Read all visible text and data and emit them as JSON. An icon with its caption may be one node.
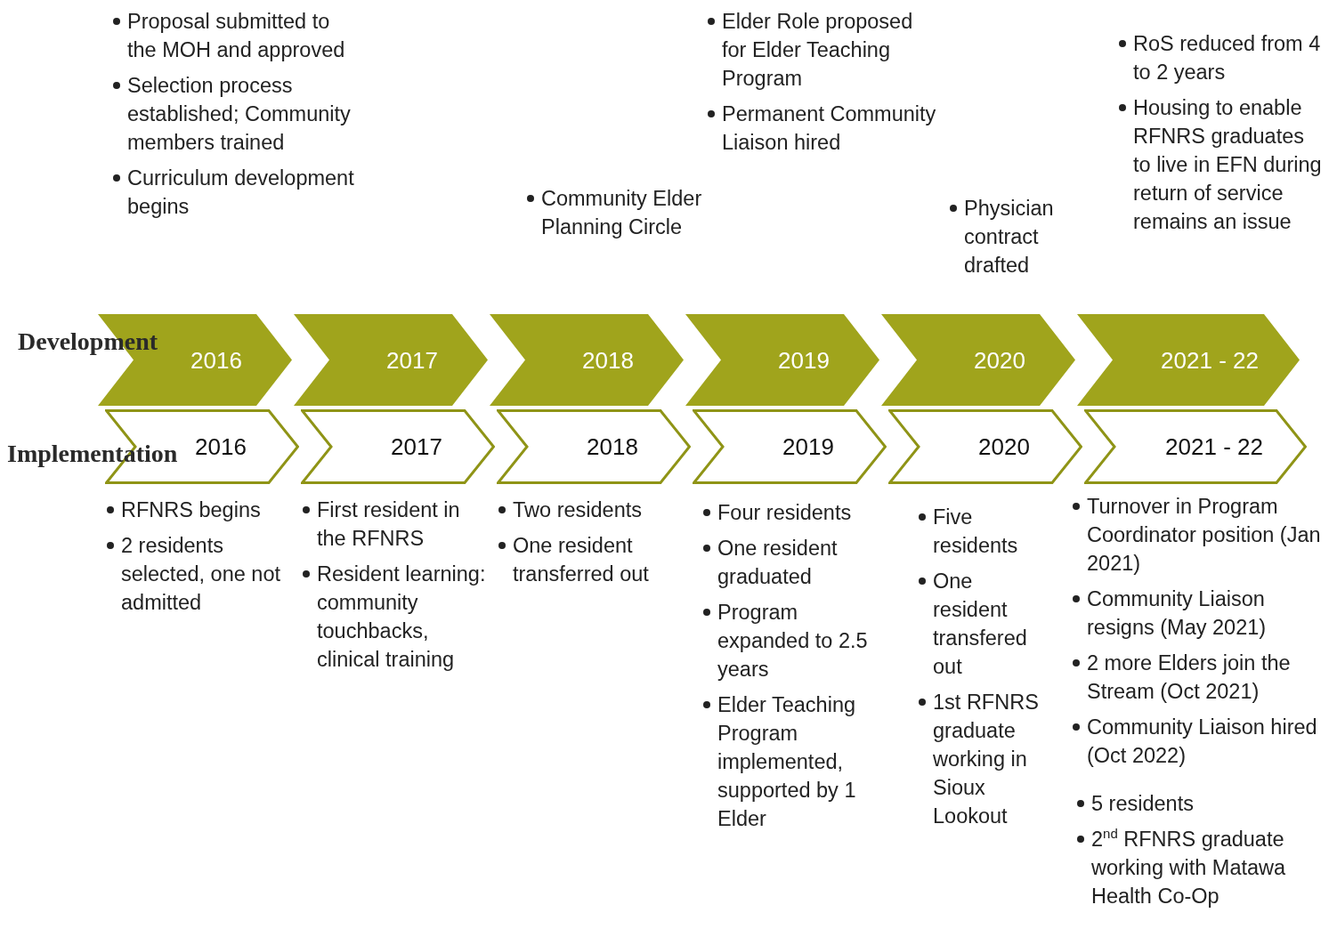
{
  "diagram": {
    "nodes": [
      {
        "text": [
          "2016"
        ],
        "beside": [
          "Proposal submitted to the MOH and approved",
          "Selection process established; Community members trained",
          "Curriculum development begins"
        ]
      },
      {
        "text": [
          "2017"
        ]
      },
      {
        "text": [
          "2018"
        ],
        "beside": [
          "Community Elder Planning Circle"
        ]
      },
      {
        "text": [
          "2019"
        ],
        "beside": [
          "Elder Role proposed for Elder Teaching Program",
          "Permanent Community Liaison hired"
        ]
      },
      {
        "text": [
          "2020"
        ],
        "beside": [
          "Physician contract drafted"
        ]
      },
      {
        "text": [
          "2021 - 22"
        ],
        "beside": [
          "RoS reduced from 4 to 2 years",
          "Housing to enable RFNRS graduates to live in EFN during return of service remains an issue"
        ]
      },
      {
        "text": [
          "2016"
        ],
        "beside": [
          "RFNRS begins",
          "2 residents selected, one not admitted"
        ]
      },
      {
        "text": [
          "2017"
        ],
        "beside": [
          "First resident in the RFNRS",
          "Resident learning: community touchbacks, clinical training"
        ]
      },
      {
        "text": [
          "2018"
        ],
        "beside": [
          "Two residents",
          "One resident transferred out"
        ]
      },
      {
        "text": [
          "2019"
        ],
        "beside": [
          "Four residents",
          "One resident graduated",
          "Program expanded to 2.5 years",
          "Elder Teaching Program implemented, supported by 1 Elder"
        ]
      },
      {
        "text": [
          "2020"
        ],
        "beside": [
          "Five residents",
          "One resident transfered out",
          "1st RFNRS graduate working in Sioux Lookout"
        ]
      },
      {
        "text": [
          "2021 - 22"
        ],
        "beside": [
          "Turnover in Program Coordinator position (Jan 2021)",
          "Community Liaison resigns (May 2021)",
          "2 more Elders join the Stream (Oct 2021)",
          "Community Liaison hired (Oct 2022)",
          "5 residents",
          "2$^{nd}$ RFNRS graduate working with Matawa Health Co-Op"
        ]
      }
    ],
    "labels": [
      "Development",
      "Implementation"
    ]
  }
}
